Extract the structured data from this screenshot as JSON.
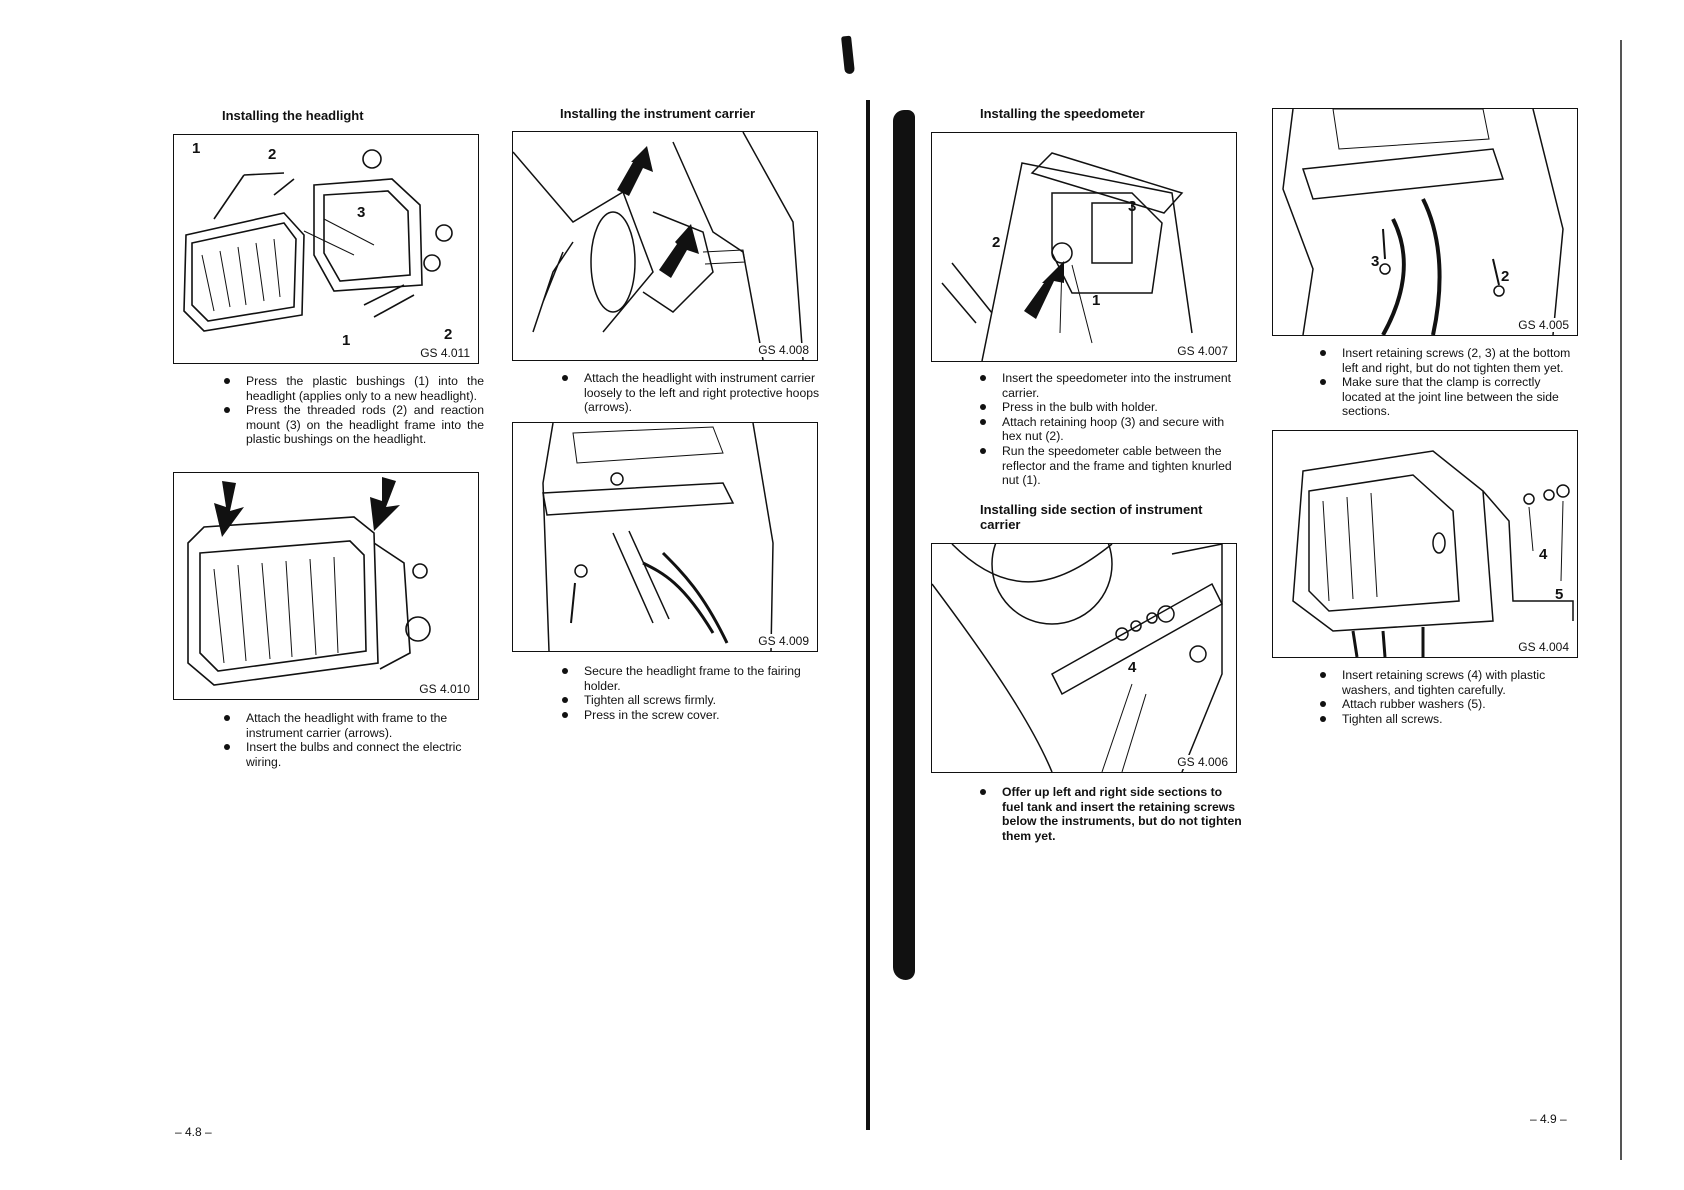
{
  "left_page": {
    "col1": {
      "heading": "Installing the headlight",
      "figure1": {
        "label": "GS 4.011",
        "callouts": [
          "1",
          "2",
          "3",
          "2",
          "1"
        ]
      },
      "bullets1": [
        "Press the plastic bushings (1) into the headlight (applies only to a new headlight).",
        "Press the threaded rods (2) and reaction mount (3) on the headlight frame into the plastic bushings on the headlight."
      ],
      "figure2": {
        "label": "GS 4.010"
      },
      "bullets2": [
        "Attach the headlight with frame to the instrument carrier (arrows).",
        "Insert the bulbs and connect the electric wiring."
      ]
    },
    "col2": {
      "heading": "Installing the instrument carrier",
      "figure1": {
        "label": "GS 4.008"
      },
      "bullets1": [
        "Attach the headlight with instrument carrier loosely to the left and right protective hoops (arrows)."
      ],
      "figure2": {
        "label": "GS 4.009"
      },
      "bullets2": [
        "Secure the headlight frame to the fairing holder.",
        "Tighten all screws firmly.",
        "Press in the screw cover."
      ]
    },
    "page_number": "– 4.8 –"
  },
  "right_page": {
    "col3": {
      "heading": "Installing the speedometer",
      "figure1": {
        "label": "GS 4.007",
        "callouts": [
          "2",
          "3",
          "1"
        ]
      },
      "bullets1": [
        "Insert the speedometer into the instrument carrier.",
        "Press in the bulb with holder.",
        "Attach retaining hoop (3) and secure with hex nut (2).",
        "Run the speedometer cable between the reflector and the frame and tighten knurled nut (1)."
      ],
      "heading2": "Installing side section of instrument carrier",
      "figure2": {
        "label": "GS 4.006",
        "callouts": [
          "4"
        ]
      },
      "bullets2": [
        "Offer up left and right side sections to fuel tank and insert the retaining screws below the instruments, but do not tighten them yet."
      ]
    },
    "col4": {
      "figure1": {
        "label": "GS 4.005",
        "callouts": [
          "3",
          "2"
        ]
      },
      "bullets1": [
        "Insert retaining screws (2, 3) at the bottom left and right, but do not tighten them yet.",
        "Make sure that the clamp is correctly located at the joint line between the side sections."
      ],
      "figure2": {
        "label": "GS 4.004",
        "callouts": [
          "4",
          "5"
        ]
      },
      "bullets2": [
        "Insert retaining screws (4) with plastic washers, and tighten carefully.",
        "Attach rubber washers (5).",
        "Tighten all screws."
      ]
    },
    "page_number": "– 4.9 –"
  }
}
